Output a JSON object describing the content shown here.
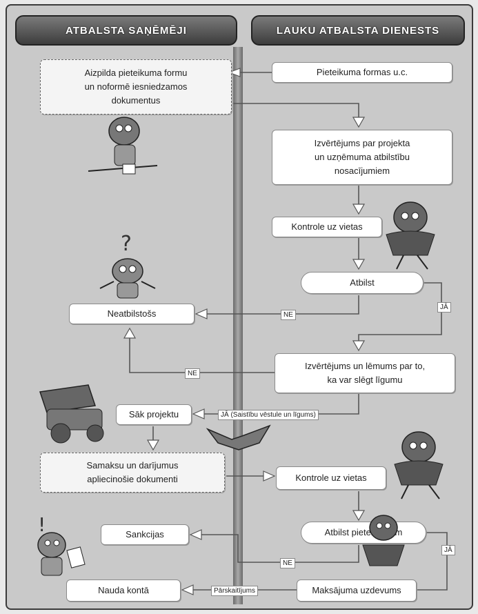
{
  "headers": {
    "left": "ATBALSTA SAŅĒMĒJI",
    "right": "LAUKU ATBALSTA DIENESTS"
  },
  "boxes": {
    "aizpilda_line1": "Aizpilda pieteikuma formu",
    "aizpilda_line2": "un noformē iesniedzamos",
    "aizpilda_line3": "dokumentus",
    "pieteikuma": "Pieteikuma formas u.c.",
    "izvertejums_line1": "Izvērtējums par projekta",
    "izvertejums_line2": "un uzņēmuma atbilstību",
    "izvertejums_line3": "nosacījumiem",
    "kontrole1": "Kontrole uz vietas",
    "atbilst": "Atbilst",
    "neatbilstoss": "Neatbilstošs",
    "lemums_line1": "Izvērtējums un lēmums par to,",
    "lemums_line2": "ka var slēgt līgumu",
    "sak_projektu": "Sāk projektu",
    "samaksu_line1": "Samaksu un darījumus",
    "samaksu_line2": "apliecinošie dokumenti",
    "kontrole2": "Kontrole uz vietas",
    "atbilst_pieteikumam": "Atbilst pieteikumam",
    "sankcijas": "Sankcijas",
    "maksajuma": "Maksājuma uzdevums",
    "nauda": "Nauda kontā"
  },
  "labels": {
    "ne1": "NE",
    "ja1": "JĀ",
    "ne2": "NE",
    "ja_saistibu": "JĀ (Saistību vēstule un līgums)",
    "ne3": "NE",
    "ja2": "JĀ",
    "parskaitijums": "Pārskaitījums"
  },
  "colors": {
    "panel": "#c9c9c9",
    "header": "#3d3d3d",
    "box": "#ffffff"
  }
}
